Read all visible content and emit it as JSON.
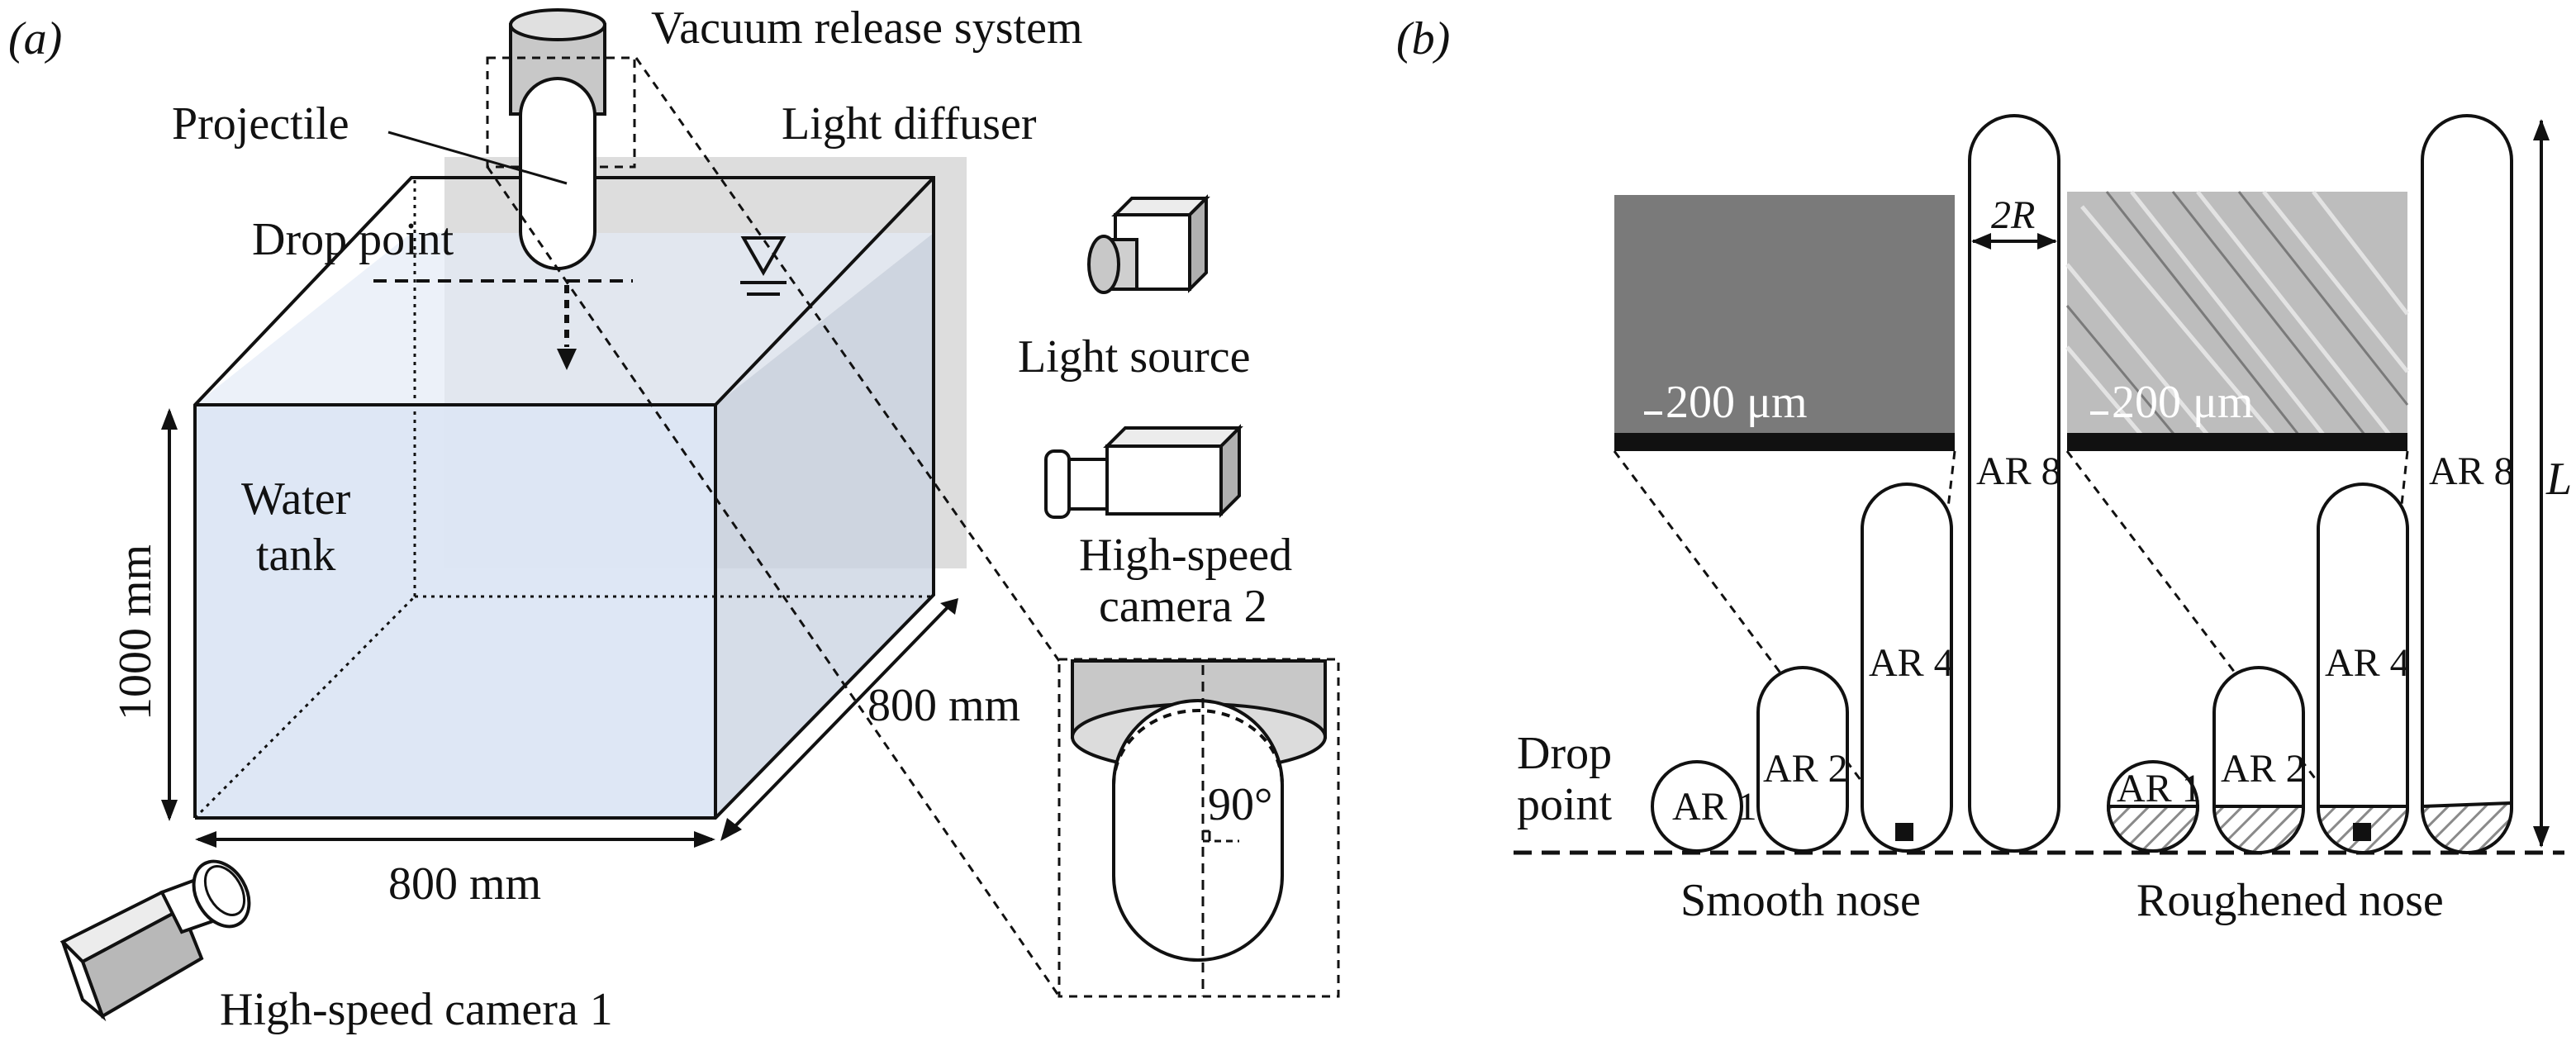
{
  "panel_a": {
    "label": "(a)",
    "vacuum_release_system": "Vacuum release system",
    "projectile": "Projectile",
    "light_diffuser": "Light diffuser",
    "drop_point": "Drop point",
    "light_source": "Light source",
    "water": "Water",
    "tank": "tank",
    "hs_camera_2_line1": "High-speed",
    "hs_camera_2_line2": "camera 2",
    "height_label": "1000 mm",
    "depth_label": "800 mm",
    "width_label": "800 mm",
    "angle_label": "90°",
    "hs_camera_1": "High-speed camera 1"
  },
  "panel_b": {
    "label": "(b)",
    "drop_point_line1": "Drop",
    "drop_point_line2": "point",
    "radius_label": "2R",
    "length_label": "L",
    "scale_bar_smooth": "200 μm",
    "scale_bar_rough": "200 μm",
    "smooth_nose": "Smooth nose",
    "roughened_nose": "Roughened nose",
    "smooth_projectiles": [
      "AR 1",
      "AR 2",
      "AR 4",
      "AR 8"
    ],
    "rough_projectiles": [
      "AR 1",
      "AR 2",
      "AR 4",
      "AR 8"
    ]
  },
  "colors": {
    "water": "#dce6f4",
    "diffuser": "#d9d9d9",
    "camera_gray": "#c8c8c8",
    "sem_smooth": "#7a7a7a",
    "sem_rough": "#bdbdbd"
  }
}
